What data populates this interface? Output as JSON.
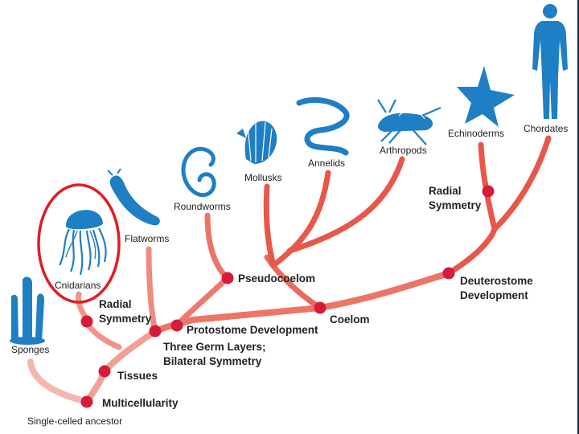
{
  "colors": {
    "branch": "#e8574a",
    "branch_light": "#f2a49c",
    "node": "#d41c3a",
    "animal_blue": "#1f7fc4",
    "highlight_circle": "#e31b23"
  },
  "taxa": {
    "sponges": "Sponges",
    "cnidarians": "Cnidarians",
    "flatworms": "Flatworms",
    "roundworms": "Roundworms",
    "mollusks": "Mollusks",
    "annelids": "Annelids",
    "arthropods": "Arthropods",
    "echinoderms": "Echinoderms",
    "chordates": "Chordates"
  },
  "ancestor": "Single-celled ancestor",
  "traits": {
    "multicellularity": "Multicellularity",
    "tissues": "Tissues",
    "radial_symmetry_cnidarian": "Radial\nSymmetry",
    "germ_layers": "Three Germ Layers;\nBilateral Symmetry",
    "protostome": "Protostome Development",
    "pseudocoelom": "Pseudocoelom",
    "coelom": "Coelom",
    "deuterostome": "Deuterostome\nDevelopment",
    "radial_symmetry_echinoderm": "Radial\nSymmetry"
  },
  "icons": {
    "sponges": "sponge-icon",
    "cnidarians": "jellyfish-icon",
    "flatworms": "flatworm-icon",
    "roundworms": "roundworm-icon",
    "mollusks": "shell-icon",
    "annelids": "earthworm-icon",
    "arthropods": "grasshopper-icon",
    "echinoderms": "starfish-icon",
    "chordates": "human-icon"
  }
}
